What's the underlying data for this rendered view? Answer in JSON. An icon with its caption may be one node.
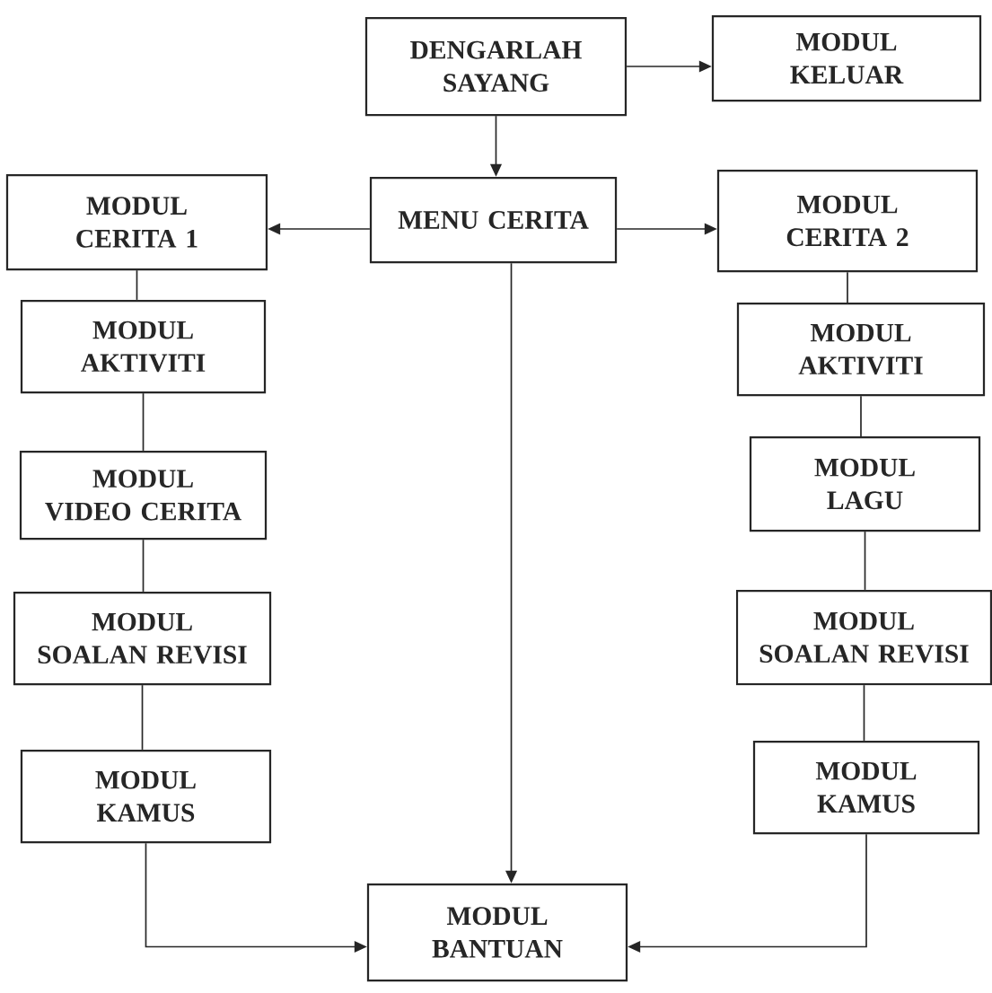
{
  "diagram": {
    "nodes": [
      {
        "text": [
          "DENGARLAH SAYANG"
        ]
      },
      {
        "text": [
          "MODUL KELUAR"
        ]
      },
      {
        "text": [
          "MODUL CERITA 1"
        ]
      },
      {
        "text": [
          "MENU CERITA"
        ]
      },
      {
        "text": [
          "MODUL CERITA 2"
        ]
      },
      {
        "text": [
          "MODUL AKTIVITI"
        ]
      },
      {
        "text": [
          "MODUL AKTIVITI"
        ]
      },
      {
        "text": [
          "MODUL VIDEO CERITA"
        ]
      },
      {
        "text": [
          "MODUL LAGU"
        ]
      },
      {
        "text": [
          "MODUL SOALAN REVISI"
        ]
      },
      {
        "text": [
          "MODUL SOALAN REVISI"
        ]
      },
      {
        "text": [
          "MODUL KAMUS"
        ]
      },
      {
        "text": [
          "MODUL KAMUS"
        ]
      },
      {
        "text": [
          "MODUL BANTUAN"
        ]
      }
    ],
    "edges": [
      {
        "from": 0,
        "to": 1,
        "arrow": "to"
      },
      {
        "from": 0,
        "to": 3,
        "arrow": "to"
      },
      {
        "from": 3,
        "to": 2,
        "arrow": "to"
      },
      {
        "from": 3,
        "to": 4,
        "arrow": "to"
      },
      {
        "from": 3,
        "to": 13,
        "arrow": "to"
      },
      {
        "from": 2,
        "to": 5,
        "arrow": "none"
      },
      {
        "from": 5,
        "to": 7,
        "arrow": "none"
      },
      {
        "from": 7,
        "to": 9,
        "arrow": "none"
      },
      {
        "from": 9,
        "to": 11,
        "arrow": "none"
      },
      {
        "from": 11,
        "to": 13,
        "arrow": "to"
      },
      {
        "from": 4,
        "to": 6,
        "arrow": "none"
      },
      {
        "from": 6,
        "to": 8,
        "arrow": "none"
      },
      {
        "from": 8,
        "to": 10,
        "arrow": "none"
      },
      {
        "from": 10,
        "to": 12,
        "arrow": "none"
      },
      {
        "from": 12,
        "to": 13,
        "arrow": "to"
      }
    ]
  }
}
